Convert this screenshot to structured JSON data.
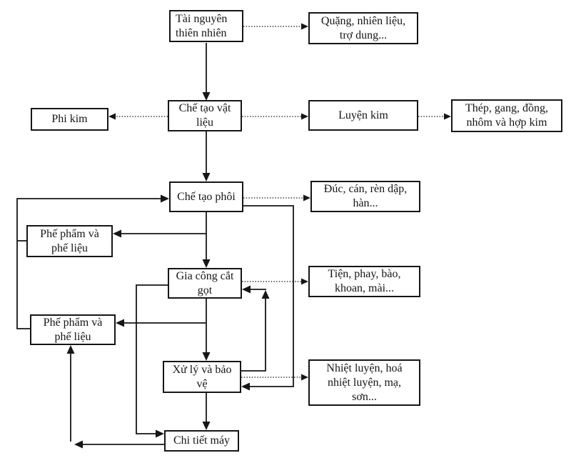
{
  "colors": {
    "background": "#ffffff",
    "stroke": "#161616",
    "box_fill": "#ffffff"
  },
  "nodes": [
    {
      "id": "natural-resources",
      "label": "Tài nguyên\nthiên nhiên"
    },
    {
      "id": "ores-fuel-flux",
      "label": "Quặng, nhiên liệu,\ntrợ dung..."
    },
    {
      "id": "non-metal",
      "label": "Phi kim"
    },
    {
      "id": "material-manufacturing",
      "label": "Chế tạo vật\nliệu"
    },
    {
      "id": "metallurgy",
      "label": "Luyện kim"
    },
    {
      "id": "steel-alloys",
      "label": "Thép, gang, đồng,\nnhôm và hợp kim"
    },
    {
      "id": "blank-manufacturing",
      "label": "Chế tạo phôi"
    },
    {
      "id": "casting-methods",
      "label": "Đúc, cán, rèn dập,\nhàn..."
    },
    {
      "id": "waste-scrap-1",
      "label": "Phế phẩm và\nphế liệu"
    },
    {
      "id": "machining",
      "label": "Gia công cắt\ngọt"
    },
    {
      "id": "cutting-methods",
      "label": "Tiện, phay, bào,\nkhoan, mài..."
    },
    {
      "id": "waste-scrap-2",
      "label": "Phế phẩm và\nphế liệu"
    },
    {
      "id": "treatment-protection",
      "label": "Xử lý và bảo\nvệ"
    },
    {
      "id": "treatment-methods",
      "label": "Nhiệt luyện, hoá\nnhiệt luyện, mạ,\nsơn..."
    },
    {
      "id": "machine-parts",
      "label": "Chi tiết máy"
    }
  ],
  "edges": [
    {
      "from": "natural-resources",
      "to": "ores-fuel-flux",
      "style": "dotted"
    },
    {
      "from": "natural-resources",
      "to": "material-manufacturing",
      "style": "solid"
    },
    {
      "from": "material-manufacturing",
      "to": "non-metal",
      "style": "dotted"
    },
    {
      "from": "material-manufacturing",
      "to": "metallurgy",
      "style": "dotted"
    },
    {
      "from": "metallurgy",
      "to": "steel-alloys",
      "style": "dotted"
    },
    {
      "from": "material-manufacturing",
      "to": "blank-manufacturing",
      "style": "solid"
    },
    {
      "from": "blank-manufacturing",
      "to": "casting-methods",
      "style": "dotted"
    },
    {
      "from": "blank-manufacturing",
      "to": "waste-scrap-1",
      "style": "solid"
    },
    {
      "from": "blank-manufacturing",
      "to": "machining",
      "style": "solid"
    },
    {
      "from": "blank-manufacturing",
      "to": "treatment-protection",
      "style": "solid"
    },
    {
      "from": "waste-scrap-1",
      "to": "blank-manufacturing",
      "style": "solid"
    },
    {
      "from": "waste-scrap-2",
      "to": "blank-manufacturing",
      "style": "solid"
    },
    {
      "from": "machining",
      "to": "cutting-methods",
      "style": "dotted"
    },
    {
      "from": "machining",
      "to": "waste-scrap-2",
      "style": "solid"
    },
    {
      "from": "machining",
      "to": "treatment-protection",
      "style": "solid"
    },
    {
      "from": "machining",
      "to": "machine-parts",
      "style": "solid"
    },
    {
      "from": "treatment-protection",
      "to": "machining",
      "style": "solid"
    },
    {
      "from": "treatment-protection",
      "to": "treatment-methods",
      "style": "dotted"
    },
    {
      "from": "treatment-protection",
      "to": "machine-parts",
      "style": "solid"
    },
    {
      "from": "machine-parts",
      "to": "waste-scrap-2",
      "style": "solid"
    }
  ]
}
